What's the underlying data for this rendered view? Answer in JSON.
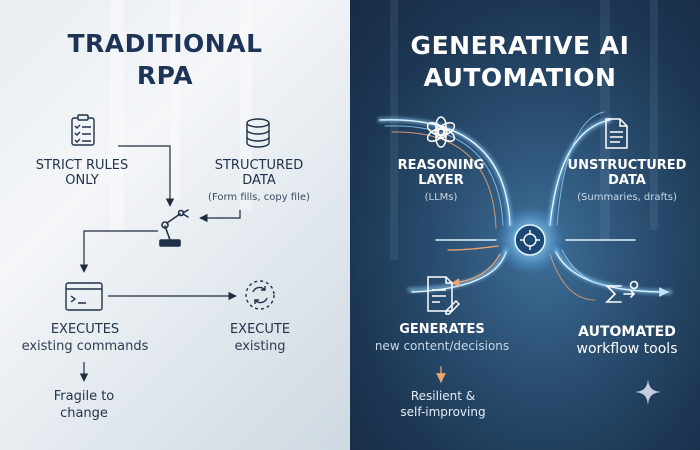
{
  "left": {
    "title_line1": "TRADITIONAL",
    "title_line2": "RPA",
    "strict_rules": {
      "line1": "STRICT RULES",
      "line2": "ONLY",
      "icon": "clipboard-checklist-icon"
    },
    "structured_data": {
      "line1": "STRUCTURED",
      "line2": "DATA",
      "sub": "(Form fills, copy file)",
      "icon": "database-icon"
    },
    "robot_icon": "robot-arm-icon",
    "executes": {
      "label": "EXECUTES",
      "sub": "existing commands",
      "icon": "terminal-icon"
    },
    "execute": {
      "label": "EXECUTE",
      "sub": "existing",
      "icon": "cycle-icon"
    },
    "fragile": {
      "line1": "Fragile to",
      "line2": "change"
    }
  },
  "right": {
    "title_line1": "GENERATIVE AI",
    "title_line2": "AUTOMATION",
    "reasoning": {
      "line1": "REASONING",
      "line2": "LAYER",
      "sub": "(LLMs)",
      "icon": "openai-logo-icon"
    },
    "unstructured": {
      "line1": "UNSTRUCTURED",
      "line2": "DATA",
      "sub": "(Summaries, drafts)",
      "icon": "document-icon"
    },
    "center_icon": "ai-chip-icon",
    "generates": {
      "label": "GENERATES",
      "sub": "new content/decisions",
      "icon": "document-edit-icon"
    },
    "automated": {
      "line1": "AUTOMATED",
      "line2": "workflow tools",
      "icon": "sigma-workflow-icon"
    },
    "resilient": {
      "line1": "Resilient &",
      "line2": "self-improving"
    },
    "sparkle_icon": "sparkle-icon"
  },
  "colors": {
    "left_ink": "#1d3457",
    "right_bg": "#1d3753",
    "glow_blue": "#8fd0ff",
    "glow_orange": "#f2a56a"
  }
}
